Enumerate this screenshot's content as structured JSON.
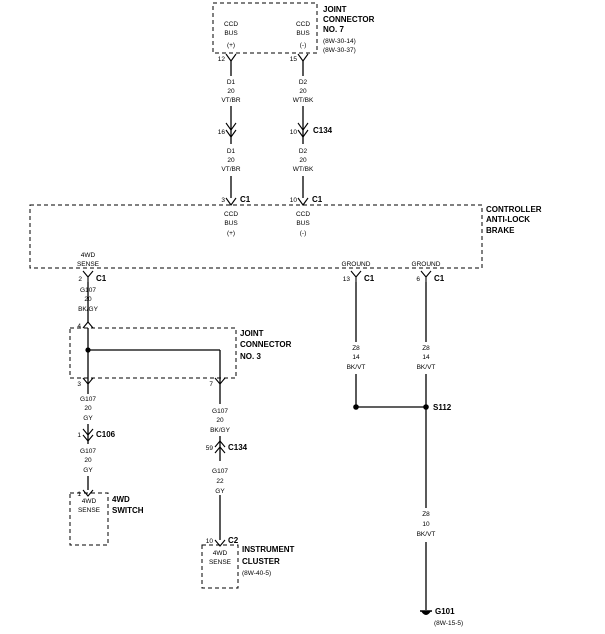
{
  "jc7": {
    "title1": "JOINT",
    "title2": "CONNECTOR",
    "title3": "NO. 7",
    "ref1": "(8W-30-14)",
    "ref2": "(8W-30-37)",
    "pin1": {
      "l1": "CCD",
      "l2": "BUS",
      "l3": "(+)",
      "num": "12"
    },
    "pin2": {
      "l1": "CCD",
      "l2": "BUS",
      "l3": "(-)",
      "num": "15"
    }
  },
  "wire_d1_a": {
    "l1": "D1",
    "l2": "20",
    "l3": "VT/BR"
  },
  "wire_d2_a": {
    "l1": "D2",
    "l2": "20",
    "l3": "WT/BK"
  },
  "c134_top": {
    "pin_a": "16",
    "pin_b": "10",
    "name": "C134"
  },
  "wire_d1_b": {
    "l1": "D1",
    "l2": "20",
    "l3": "VT/BR"
  },
  "wire_d2_b": {
    "l1": "D2",
    "l2": "20",
    "l3": "WT/BK"
  },
  "abs": {
    "title1": "CONTROLLER",
    "title2": "ANTI-LOCK",
    "title3": "BRAKE",
    "c1_a": {
      "pin": "3",
      "name": "C1",
      "l1": "CCD",
      "l2": "BUS",
      "l3": "(+)"
    },
    "c1_b": {
      "pin": "10",
      "name": "C1",
      "l1": "CCD",
      "l2": "BUS",
      "l3": "(-)"
    },
    "c1_4wd": {
      "l1": "4WD",
      "l2": "SENSE",
      "pin": "2",
      "name": "C1"
    },
    "c1_gnd1": {
      "l1": "GROUND",
      "pin": "13",
      "name": "C1"
    },
    "c1_gnd2": {
      "l1": "GROUND",
      "pin": "6",
      "name": "C1"
    }
  },
  "wire_g107_a": {
    "l1": "G107",
    "l2": "20",
    "l3": "BK/GY"
  },
  "jc3": {
    "title1": "JOINT",
    "title2": "CONNECTOR",
    "title3": "NO. 3",
    "pin_top": "4",
    "pin_bl": "3",
    "pin_br": "7"
  },
  "wire_g107_b": {
    "l1": "G107",
    "l2": "20",
    "l3": "GY"
  },
  "c106": {
    "pin": "1",
    "name": "C106"
  },
  "wire_g107_c": {
    "l1": "G107",
    "l2": "20",
    "l3": "GY"
  },
  "switch4wd": {
    "pin": "1",
    "l1": "4WD",
    "l2": "SENSE",
    "title1": "4WD",
    "title2": "SWITCH"
  },
  "wire_g107_d": {
    "l1": "G107",
    "l2": "20",
    "l3": "BK/GY"
  },
  "c134_bot": {
    "pin": "59",
    "name": "C134"
  },
  "wire_g107_e": {
    "l1": "G107",
    "l2": "22",
    "l3": "GY"
  },
  "cluster": {
    "pin": "10",
    "name": "C2",
    "l1": "4WD",
    "l2": "SENSE",
    "title1": "INSTRUMENT",
    "title2": "CLUSTER",
    "ref": "(8W-40-5)"
  },
  "wire_z8_a": {
    "l1": "Z8",
    "l2": "14",
    "l3": "BK/VT"
  },
  "wire_z8_b": {
    "l1": "Z8",
    "l2": "14",
    "l3": "BK/VT"
  },
  "splice": {
    "name": "S112"
  },
  "wire_z8_c": {
    "l1": "Z8",
    "l2": "10",
    "l3": "BK/VT"
  },
  "ground": {
    "name": "G101",
    "ref": "(8W-15-5)"
  }
}
